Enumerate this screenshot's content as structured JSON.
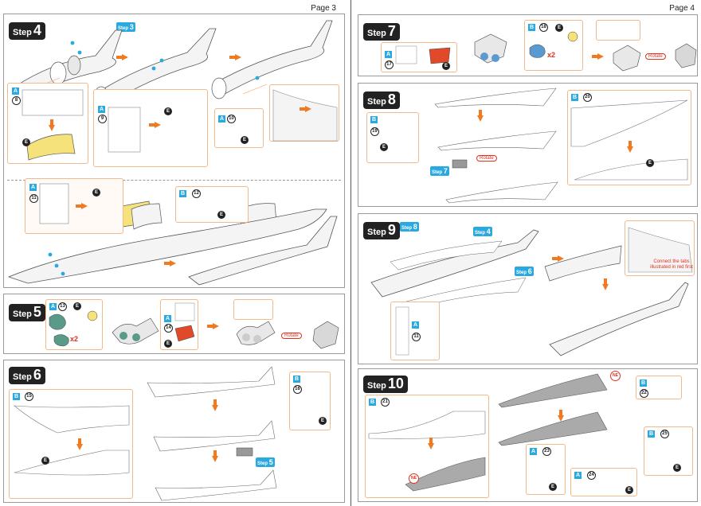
{
  "left_page": {
    "page_label": "Page 3",
    "step4": {
      "word": "Step",
      "num": "4",
      "tag": "Step",
      "tag_num": "3",
      "part_a1": "A",
      "num_a1": "8",
      "e": "E",
      "part_a2": "A",
      "num_a2": "9",
      "part_a3": "A",
      "num_a3": "10",
      "part_a4": "A",
      "num_a4": "11",
      "part_b1": "B",
      "num_b1": "12"
    },
    "step5": {
      "word": "Step",
      "num": "5",
      "part_a1": "A",
      "num_a1": "13",
      "e": "E",
      "x2": "x2",
      "part_a2": "A",
      "num_a2": "14",
      "rotate": "Rotate"
    },
    "step6": {
      "word": "Step",
      "num": "6",
      "part_b1": "B",
      "num_b1": "15",
      "part_b2": "B",
      "num_b2": "16",
      "e": "E",
      "tag": "Step",
      "tag_num": "5"
    }
  },
  "right_page": {
    "page_label": "Page 4",
    "step7": {
      "word": "Step",
      "num": "7",
      "part_a1": "A",
      "num_a1": "17",
      "e": "E",
      "part_b1": "B",
      "num_b1": "18",
      "x2": "x2",
      "rotate": "Rotate"
    },
    "step8": {
      "word": "Step",
      "num": "8",
      "part_b1": "B",
      "num_b1": "19",
      "part_b2": "B",
      "num_b2": "20",
      "e": "E",
      "tag": "Step",
      "tag_num": "7",
      "rotate": "Rotate"
    },
    "step9": {
      "word": "Step",
      "num": "9",
      "tag1": "Step",
      "tag1_num": "8",
      "tag2": "Step",
      "tag2_num": "4",
      "tag3": "Step",
      "tag3_num": "6",
      "part_a1": "A",
      "num_a1": "11",
      "note": "Connect the tabs illustrated in red first"
    },
    "step10": {
      "word": "Step",
      "num": "10",
      "part_b1": "B",
      "num_b1": "21",
      "ne": "NE",
      "part_b2": "B",
      "num_b2": "22",
      "part_a1": "A",
      "num_a1": "23",
      "part_a2": "A",
      "num_a2": "24",
      "part_b3": "B",
      "num_b3": "25",
      "e": "E"
    }
  },
  "colors": {
    "accent_orange": "#f07a22",
    "badge_blue": "#2aa9e0",
    "step_badge": "#222222",
    "highlight_yellow": "#f6e27a",
    "part_red": "#e04a2a"
  }
}
